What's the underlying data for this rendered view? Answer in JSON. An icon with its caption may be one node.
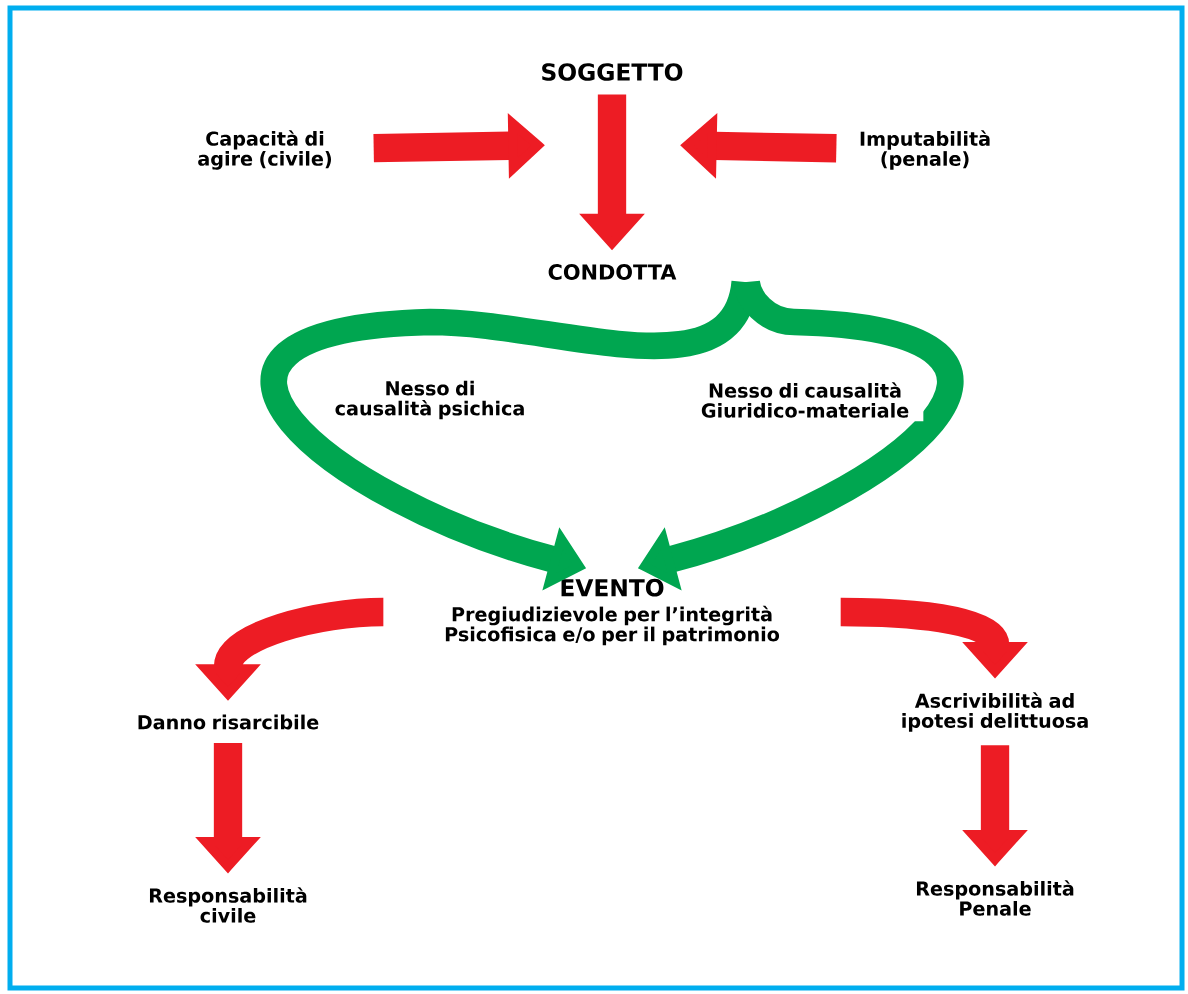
{
  "diagram": {
    "nodes": [
      {
        "text": [
          "SOGGETTO"
        ]
      },
      {
        "text": [
          "Capacità di agire (civile)"
        ]
      },
      {
        "text": [
          "Imputabilità (penale)"
        ]
      },
      {
        "text": [
          "CONDOTTA"
        ]
      },
      {
        "text": [
          "EVENTO",
          "Pregiudizievole per l’integrità Psicofisica e/o per il patrimonio"
        ]
      },
      {
        "text": [
          "Danno risarcibile"
        ]
      },
      {
        "text": [
          "Ascrivibilità ad ipotesi delittuosa"
        ]
      },
      {
        "text": [
          "Responsabilità civile"
        ]
      },
      {
        "text": [
          "Responsabilità Penale"
        ]
      }
    ],
    "edges": [
      {
        "from": 0,
        "to": 3,
        "arrow": "to"
      },
      {
        "from": 1,
        "to": null,
        "arrow": "to"
      },
      {
        "from": 2,
        "to": null,
        "arrow": "to"
      },
      {
        "from": 3,
        "to": 4,
        "arrow": "to",
        "label": "Nesso di causalità psichica",
        "color": "#00a650"
      },
      {
        "from": 3,
        "to": 4,
        "arrow": "to",
        "label": "Nesso di causalità Giuridico-materiale",
        "color": "#00a650"
      },
      {
        "from": 4,
        "to": 5,
        "arrow": "to"
      },
      {
        "from": 4,
        "to": 6,
        "arrow": "to"
      },
      {
        "from": 5,
        "to": 7,
        "arrow": "to"
      },
      {
        "from": 6,
        "to": 8,
        "arrow": "to"
      }
    ]
  }
}
